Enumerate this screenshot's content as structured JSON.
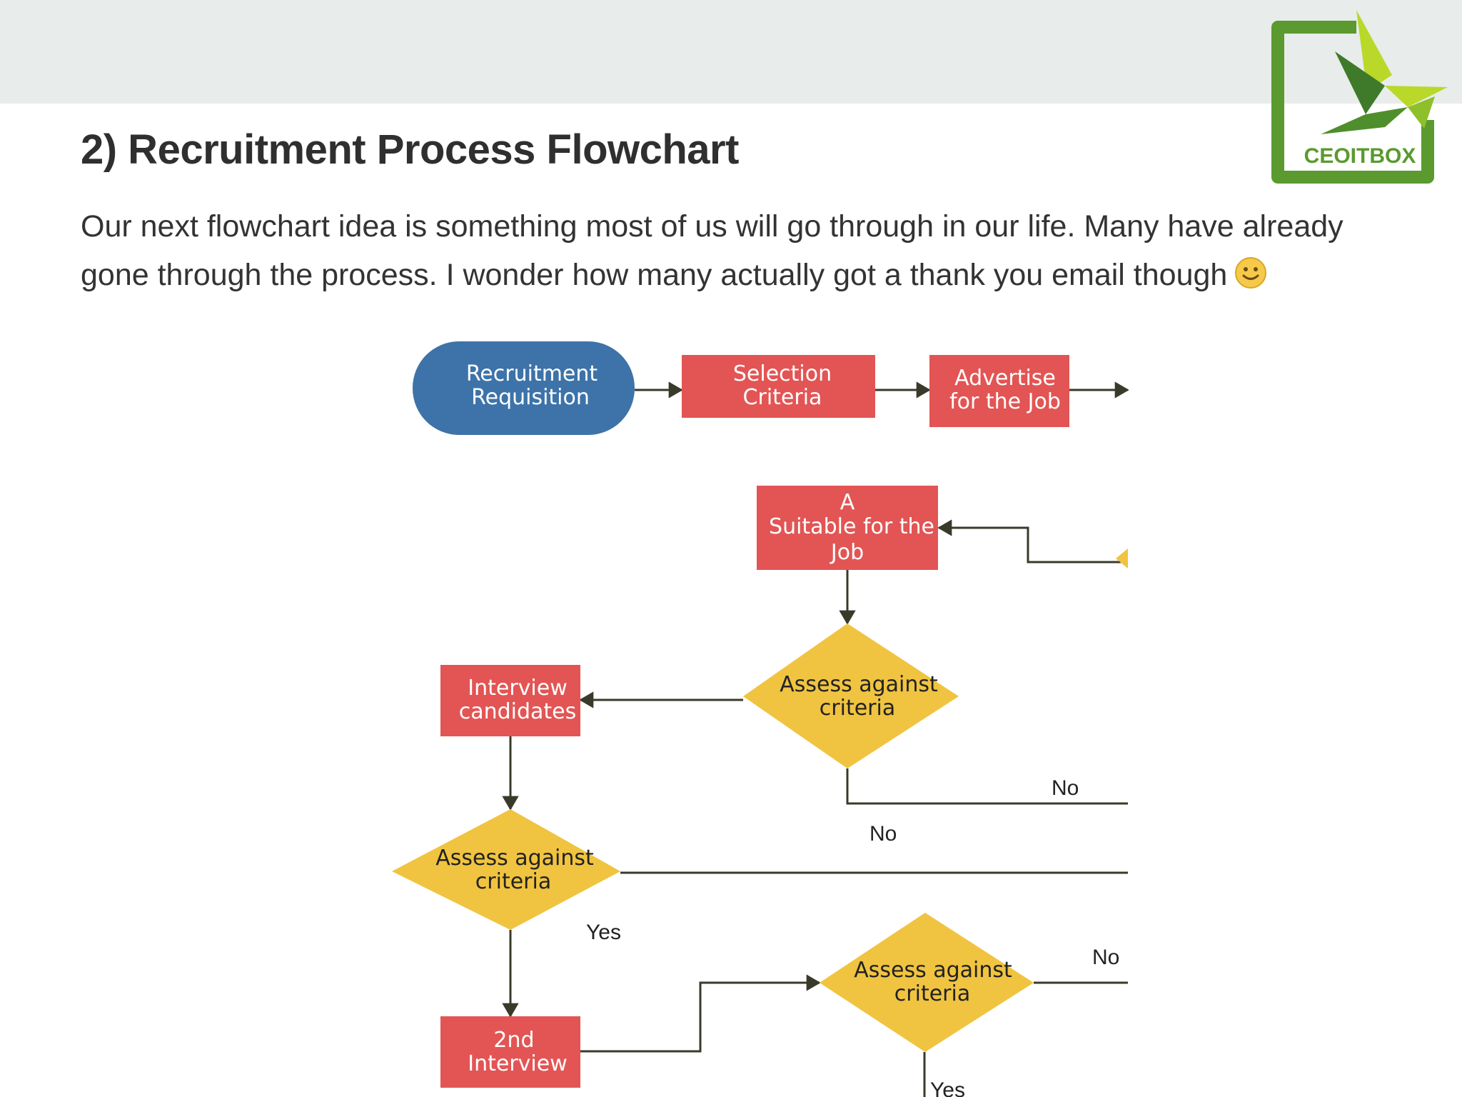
{
  "header": {
    "title": "2) Recruitment Process Flowchart",
    "intro_line1": "Our next flowchart idea is something most of us will go through in our life. Many have already",
    "intro_line2": "gone through the process. I wonder how many actually got a thank you email though",
    "emoji_icon": "smiley-face-icon"
  },
  "logo": {
    "text": "CEOITBOX",
    "colors": {
      "frame": "#5a9a2e",
      "bird_light": "#b9d82a",
      "bird_dark": "#3f7a2a",
      "text": "#5a9a2e"
    }
  },
  "flowchart": {
    "colors": {
      "terminal": "#3d73a8",
      "process": "#e25554",
      "decision": "#f0c440",
      "connector": "#3a3a2a"
    },
    "nodes": {
      "recruitment_requisition": [
        "Recruitment",
        "Requisition"
      ],
      "selection_criteria": [
        "Selection",
        "Criteria"
      ],
      "advertise_job": [
        "Advertise",
        "for the Job"
      ],
      "suitable_for_job": [
        "A",
        "Suitable for the",
        "Job"
      ],
      "assess_1": [
        "Assess against",
        "criteria"
      ],
      "interview_candidates": [
        "Interview",
        "candidates"
      ],
      "assess_2": [
        "Assess against",
        "criteria"
      ],
      "second_interview": [
        "2nd",
        "Interview"
      ],
      "assess_3": [
        "Assess against",
        "criteria"
      ]
    },
    "edge_labels": {
      "no_right_upper": "No",
      "no_center": "No",
      "yes_left": "Yes",
      "no_right_lower": "No",
      "yes_bottom": "Yes"
    }
  }
}
